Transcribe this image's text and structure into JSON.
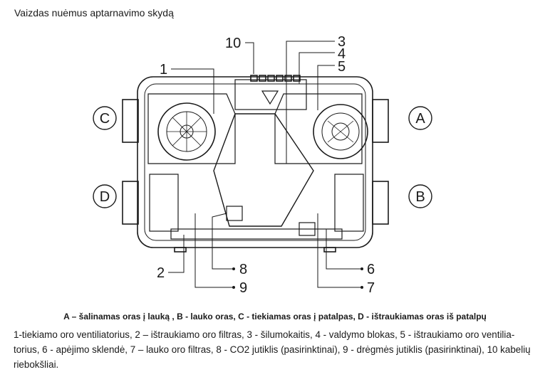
{
  "heading": "Vaizdas nuėmus aptarnavimo skydą",
  "figure": {
    "callouts": {
      "n1": "1",
      "n2": "2",
      "n3": "3",
      "n4": "4",
      "n5": "5",
      "n6": "6",
      "n7": "7",
      "n8": "8",
      "n9": "9",
      "n10": "10"
    },
    "ports": {
      "a": "A",
      "b": "B",
      "c": "C",
      "d": "D"
    }
  },
  "caption": "A – šalinamas oras į lauką , B - lauko oras, C - tiekiamas oras į patalpas, D - ištraukiamas oras iš patalpų",
  "legend": "1-tiekiamo oro ventiliatorius, 2 – ištraukiamo oro filtras, 3 - šilumokaitis, 4 - valdymo blokas, 5 - ištraukiamo oro ventilia­torius, 6 - apėjimo sklendė, 7 – lauko oro filtras, 8 - CO2 jutiklis (pasirinktinai), 9 - drėgmės jutiklis (pasirinktinai), 10 kabelių riebokšliai."
}
